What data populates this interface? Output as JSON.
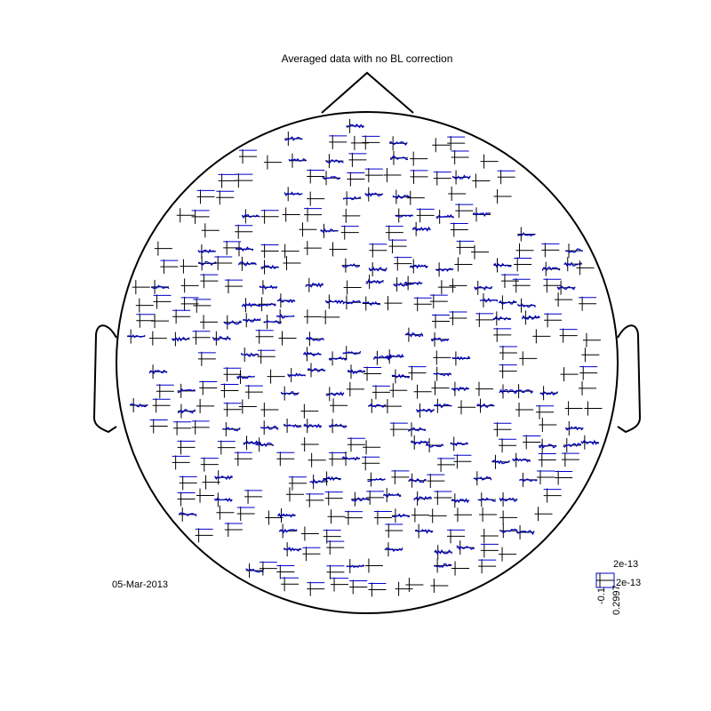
{
  "title": "Averaged data with no BL correction",
  "date": "05-Mar-2013",
  "scale": {
    "y_top": "2e-13",
    "y_mid": "2e-13",
    "x_left": "-0.1",
    "x_right": "0.2997"
  },
  "colors": {
    "outline": "#000000",
    "signal": "#0000cc",
    "axes": "#000000"
  }
}
